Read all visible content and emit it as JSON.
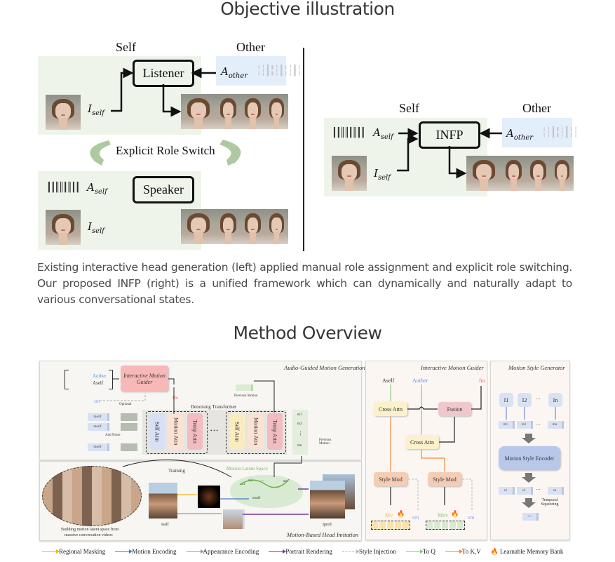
{
  "sections": {
    "objective_title": "Objective illustration",
    "method_title": "Method Overview"
  },
  "left_figure": {
    "self_label": "Self",
    "other_label": "Other",
    "listener_label": "Listener",
    "speaker_label": "Speaker",
    "switch_label": "Explicit Role Switch",
    "a_other": "A",
    "a_other_sub": "other",
    "a_self": "A",
    "a_self_sub": "self",
    "i_self": "I",
    "i_self_sub": "self"
  },
  "right_figure": {
    "self_label": "Self",
    "other_label": "Other",
    "infp_label": "INFP",
    "a_self": "A",
    "a_self_sub": "self",
    "a_other": "A",
    "a_other_sub": "other",
    "i_self": "I",
    "i_self_sub": "self"
  },
  "caption": {
    "line1": "Existing interactive head generation (left) applied manual role assignment and explicit role switching.",
    "line2": "Our proposed INFP (right) is a unified framework which can dynamically and naturally adapt to",
    "line3": "various conversational states."
  },
  "method": {
    "audio_guided": {
      "title": "Audio-Guided Motion Generation",
      "a_other": "Aother",
      "a_self": "Aself",
      "guider": "Interactive Motion Guider",
      "fm": "fm",
      "sm": "sm",
      "optional": "Optional",
      "previous_motion_top": "Previous Motion",
      "denoising": "Denoising Transformer",
      "add_noise": "Add Noise",
      "mself": "mself",
      "blocks": [
        "Self Attn",
        "Motion Attn",
        "Temp Attn"
      ],
      "ellipsis": "• • •",
      "m_list": [
        "m1",
        "m2",
        "⋮",
        "mn"
      ],
      "previous_motion_side": "Previous Motion"
    },
    "head_imitation": {
      "title": "Motion-Based Head Imitation",
      "training": "Training",
      "latent_space": "Motion Latent Space",
      "building_caption_1": "Building motion latent space from",
      "building_caption_2": "massive conversation videos",
      "i_self": "Iself",
      "i_pred": "Ipred",
      "m_self": "mself",
      "m1": "m1",
      "m2": "m2",
      "mn": "mn",
      "dots": "..."
    },
    "guider_detail": {
      "title": "Interactive Motion Guider",
      "a_self": "Aself",
      "a_other": "Aother",
      "fm": "fm",
      "cross_attn_1": "Cross Attn",
      "cross_attn_2": "Cross Attn",
      "fusion": "Fusion",
      "style_mod_1": "Style Mod",
      "style_mod_2": "Style Mod",
      "mv": "Mv",
      "mnv": "Mnv",
      "sm": "sm"
    },
    "style_generator": {
      "title": "Motion Style Generator",
      "inputs": [
        "I1",
        "I2",
        "···",
        "In"
      ],
      "motions": [
        "m1",
        "m2",
        "···",
        "mn"
      ],
      "encoder": "Motion Style Encoder",
      "styles": [
        "s1",
        "s2",
        "···",
        "sn"
      ],
      "temporal": "Temporal Squeezing",
      "sm": "sm"
    },
    "legend": [
      {
        "label": "Regional Masking",
        "color": "#f2b21b",
        "style": "solid"
      },
      {
        "label": "Motion Encoding",
        "color": "#4a78c8",
        "style": "solid"
      },
      {
        "label": "Appearance Encoding",
        "color": "#9a9a9a",
        "style": "solid"
      },
      {
        "label": "Portrait Rendering",
        "color": "#7a35a8",
        "style": "solid"
      },
      {
        "label": "Style Injection",
        "color": "#b8b8b8",
        "style": "dashed"
      },
      {
        "label": "To Q",
        "color": "#8cc77a",
        "style": "solid"
      },
      {
        "label": "To K,V",
        "color": "#ef8a3c",
        "style": "solid"
      },
      {
        "label": "Learnable Memory Bank",
        "color": "#e8541b",
        "style": "icon"
      }
    ]
  }
}
